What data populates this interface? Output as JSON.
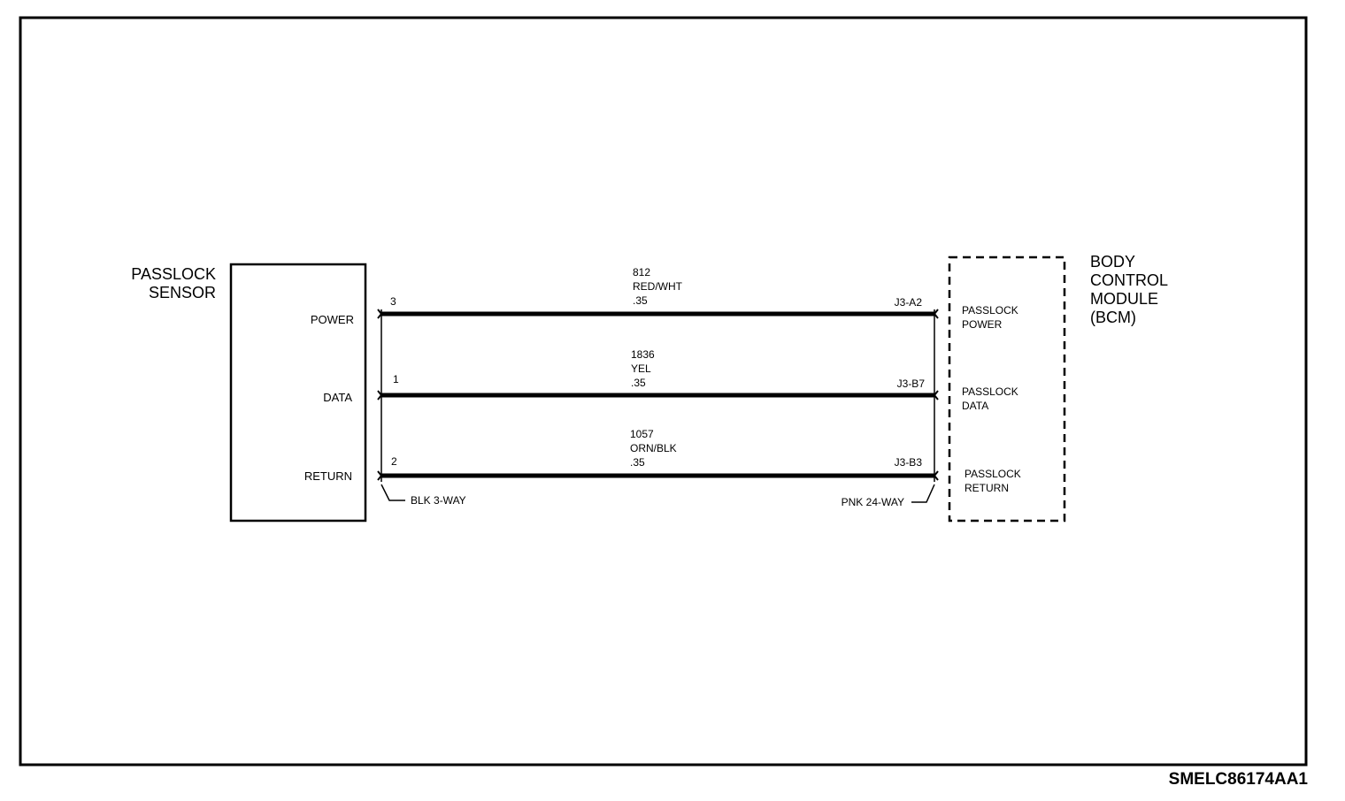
{
  "sensor": {
    "title_line1": "PASSLOCK",
    "title_line2": "SENSOR",
    "pins": [
      "POWER",
      "DATA",
      "RETURN"
    ]
  },
  "bcm": {
    "title_line1": "BODY",
    "title_line2": "CONTROL",
    "title_line3": "MODULE",
    "title_line4": "(BCM)",
    "pins": [
      {
        "line1": "PASSLOCK",
        "line2": "POWER"
      },
      {
        "line1": "PASSLOCK",
        "line2": "DATA"
      },
      {
        "line1": "PASSLOCK",
        "line2": "RETURN"
      }
    ]
  },
  "wires": [
    {
      "sensor_pin": "3",
      "circuit": "812",
      "color": "RED/WHT",
      "gauge": ".35",
      "bcm_terminal": "J3-A2"
    },
    {
      "sensor_pin": "1",
      "circuit": "1836",
      "color": "YEL",
      "gauge": ".35",
      "bcm_terminal": "J3-B7"
    },
    {
      "sensor_pin": "2",
      "circuit": "1057",
      "color": "ORN/BLK",
      "gauge": ".35",
      "bcm_terminal": "J3-B3"
    }
  ],
  "connectors": {
    "sensor": "BLK 3-WAY",
    "bcm": "PNK 24-WAY"
  },
  "drawing_id": "SMELC86174AA1"
}
